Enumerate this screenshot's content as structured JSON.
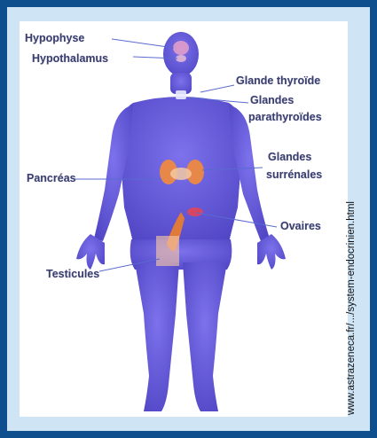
{
  "labels": {
    "hypophyse": "Hypophyse",
    "hypothalamus": "Hypothalamus",
    "glande_thyroide": "Glande thyroïde",
    "glandes_parathyroides_1": "Glandes",
    "glandes_parathyroides_2": "parathyroïdes",
    "pancreas": "Pancréas",
    "glandes_surrenales_1": "Glandes",
    "glandes_surrenales_2": "surrénales",
    "ovaires": "Ovaires",
    "testicules": "Testicules"
  },
  "credit": "www.astrazeneca.fr/.../system-endocrinien.html",
  "colors": {
    "frame": "#0f4f8e",
    "panel": "#cfe5f6",
    "body": "#6a5fd8",
    "organs": "#e07a3a",
    "leader": "#5a6ad0"
  }
}
